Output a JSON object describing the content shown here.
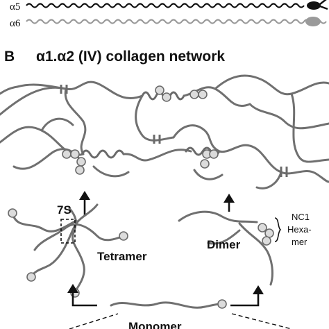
{
  "panel_a": {
    "chain_labels": [
      "α5",
      "α6"
    ]
  },
  "panel_b": {
    "panel_letter": "B",
    "title": "α1.α2 (IV) collagen network",
    "label_7s": "7S",
    "label_tetramer": "Tetramer",
    "label_dimer": "Dimer",
    "label_nc1_line1": "NC1",
    "label_nc1_line2": "Hexa-",
    "label_nc1_line3": "mer",
    "label_monomer": "Monomer"
  },
  "colors": {
    "strand_gray": "#707070",
    "nc1_fill": "#dcdcdc",
    "ink": "#111111"
  }
}
